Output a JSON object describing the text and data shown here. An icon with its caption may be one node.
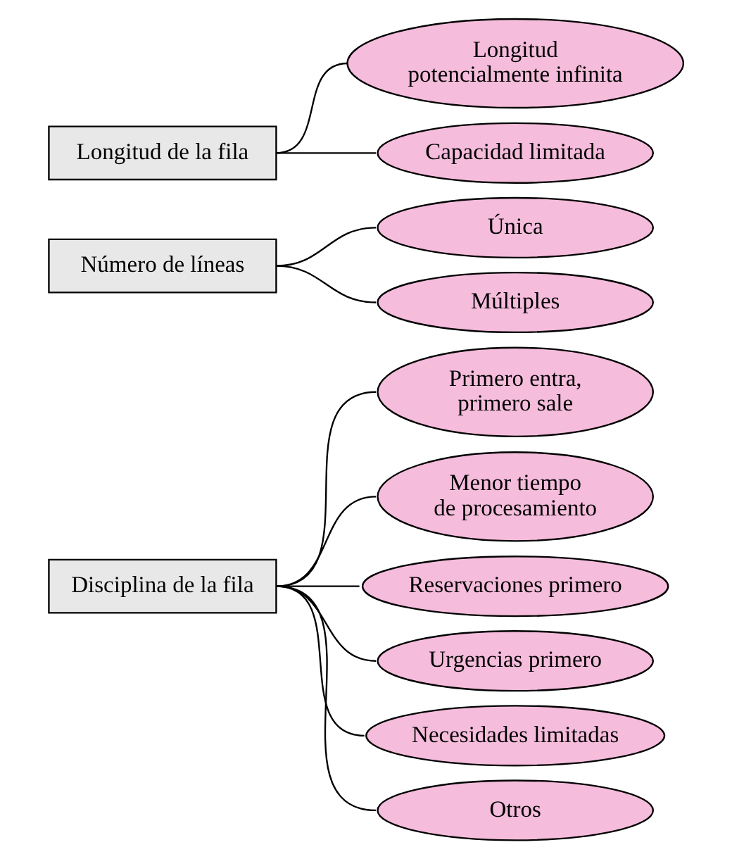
{
  "diagram": {
    "nodes": [
      {
        "text": [
          "Longitud de la fila"
        ]
      },
      {
        "text": [
          "Longitud potencialmente infinita"
        ]
      },
      {
        "text": [
          "Capacidad limitada"
        ]
      },
      {
        "text": [
          "Número de líneas"
        ]
      },
      {
        "text": [
          "Única"
        ]
      },
      {
        "text": [
          "Múltiples"
        ]
      },
      {
        "text": [
          "Disciplina de la fila"
        ]
      },
      {
        "text": [
          "Primero entra, primero sale"
        ]
      },
      {
        "text": [
          "Menor tiempo de procesamiento"
        ]
      },
      {
        "text": [
          "Reservaciones primero"
        ]
      },
      {
        "text": [
          "Urgencias primero"
        ]
      },
      {
        "text": [
          "Necesidades limitadas"
        ]
      },
      {
        "text": [
          "Otros"
        ]
      }
    ],
    "edges": [
      {
        "from": 0,
        "to": 1,
        "arrow": "none"
      },
      {
        "from": 0,
        "to": 2,
        "arrow": "none"
      },
      {
        "from": 3,
        "to": 4,
        "arrow": "none"
      },
      {
        "from": 3,
        "to": 5,
        "arrow": "none"
      },
      {
        "from": 6,
        "to": 7,
        "arrow": "none"
      },
      {
        "from": 6,
        "to": 8,
        "arrow": "none"
      },
      {
        "from": 6,
        "to": 9,
        "arrow": "none"
      },
      {
        "from": 6,
        "to": 10,
        "arrow": "none"
      },
      {
        "from": 6,
        "to": 11,
        "arrow": "none"
      },
      {
        "from": 6,
        "to": 12,
        "arrow": "none"
      }
    ]
  }
}
